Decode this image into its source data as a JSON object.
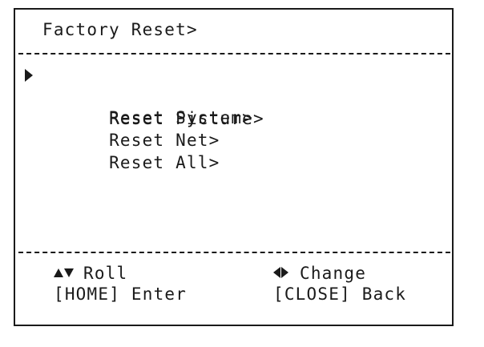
{
  "menu": {
    "title": "Factory Reset>",
    "items": [
      {
        "label": "Reset System>",
        "selected": true
      },
      {
        "label": "Reset Picture>",
        "selected": false
      },
      {
        "label": "Reset Net>",
        "selected": false
      },
      {
        "label": "Reset All>",
        "selected": false
      }
    ]
  },
  "footer": {
    "roll_label": "Roll",
    "change_label": "Change",
    "enter_label": "[HOME] Enter",
    "back_label": "[CLOSE] Back"
  },
  "icons": {
    "selection_cursor": "cursor-triangle-right-icon",
    "roll": "up-down-arrows-icon",
    "change": "left-right-arrows-icon"
  },
  "colors": {
    "foreground": "#1a1a1a",
    "background": "#ffffff"
  }
}
